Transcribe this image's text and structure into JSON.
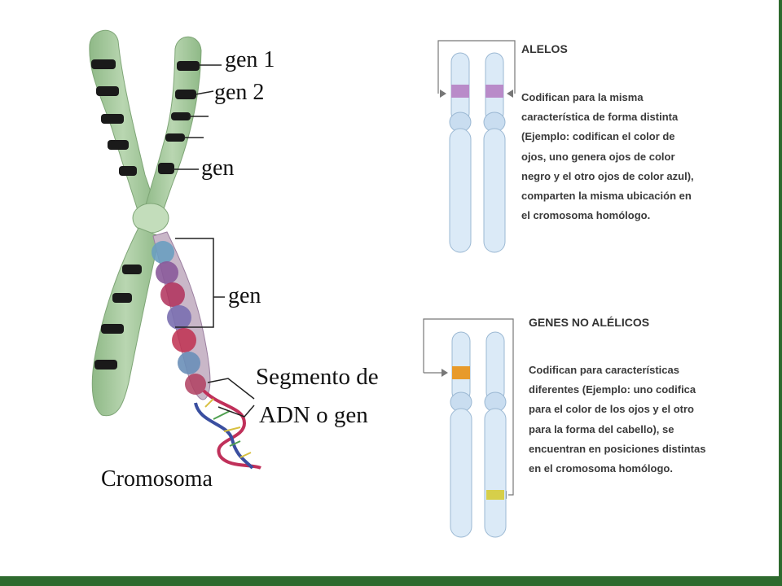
{
  "labels": {
    "gen1": "gen 1",
    "gen2": "gen 2",
    "gen_upper": "gen",
    "gen_middle": "gen",
    "segmento_line1": "Segmento de",
    "segmento_line2": "ADN o gen",
    "cromosoma": "Cromosoma"
  },
  "alelos": {
    "title": "ALELOS",
    "lines": [
      "Codifican para la misma",
      "característica de forma distinta",
      "(Ejemplo: codifican el color de",
      "ojos, uno genera ojos de color",
      "negro y el otro ojos de color azul),",
      "comparten la misma ubicación en",
      "el cromosoma homólogo."
    ]
  },
  "no_alelicos": {
    "title": "GENES NO ALÉLICOS",
    "lines": [
      "Codifican para características",
      "diferentes (Ejemplo: uno codifica",
      "para el color de los ojos y el otro",
      "para la forma del cabello), se",
      "encuentran en posiciones distintas",
      "en el cromosoma homólogo."
    ]
  },
  "colors": {
    "chromosome_green": "#a9cca1",
    "band_black": "#1a1a1a",
    "homolog_blue": "#dbeaf7",
    "allele_purple": "#b98bc9",
    "gene_orange": "#e89a2a",
    "gene_yellow": "#d6cf4a",
    "footer_green": "#2e6a2e"
  }
}
